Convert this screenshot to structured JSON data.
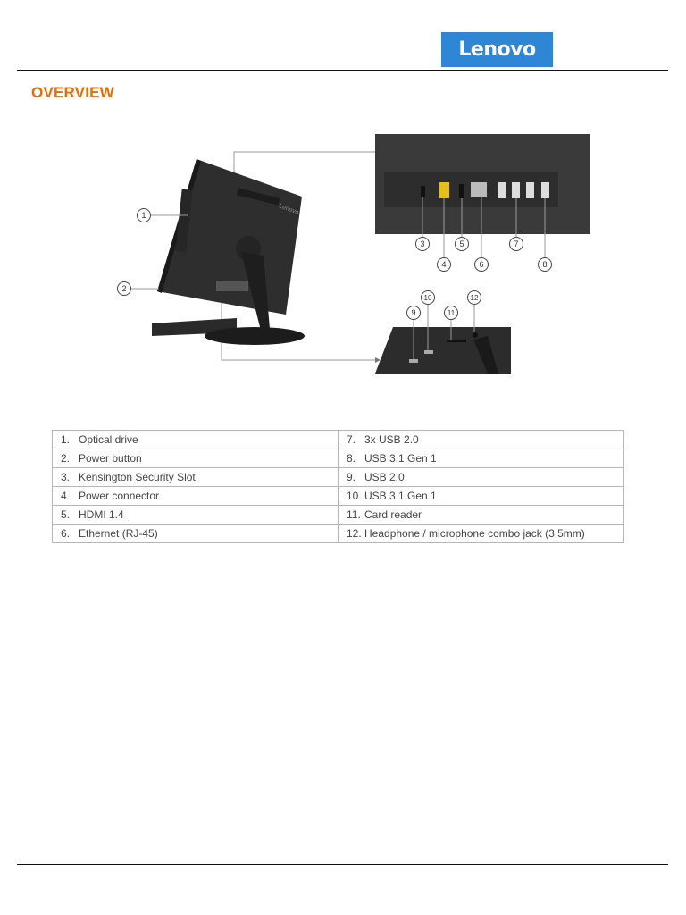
{
  "header": {
    "logo_text": "Lenovo",
    "logo_color": "#2f86d4"
  },
  "section": {
    "title": "OVERVIEW",
    "title_color": "#e46c0a"
  },
  "figure": {
    "callouts": [
      "1",
      "2",
      "3",
      "4",
      "5",
      "6",
      "7",
      "8",
      "9",
      "10",
      "11",
      "12"
    ],
    "bezel_text": "Lenovo"
  },
  "specs": {
    "rows": [
      {
        "left_num": "1.",
        "left_label": "Optical drive",
        "right_num": "7.",
        "right_label": "3x USB 2.0"
      },
      {
        "left_num": "2.",
        "left_label": "Power button",
        "right_num": "8.",
        "right_label": "USB 3.1 Gen 1"
      },
      {
        "left_num": "3.",
        "left_label": "Kensington Security Slot",
        "right_num": "9.",
        "right_label": "USB 2.0"
      },
      {
        "left_num": "4.",
        "left_label": "Power connector",
        "right_num": "10.",
        "right_label": "USB 3.1 Gen 1"
      },
      {
        "left_num": "5.",
        "left_label": "HDMI 1.4",
        "right_num": "11.",
        "right_label": "Card reader"
      },
      {
        "left_num": "6.",
        "left_label": "Ethernet (RJ-45)",
        "right_num": "12.",
        "right_label": "Headphone / microphone combo jack (3.5mm)"
      }
    ]
  }
}
